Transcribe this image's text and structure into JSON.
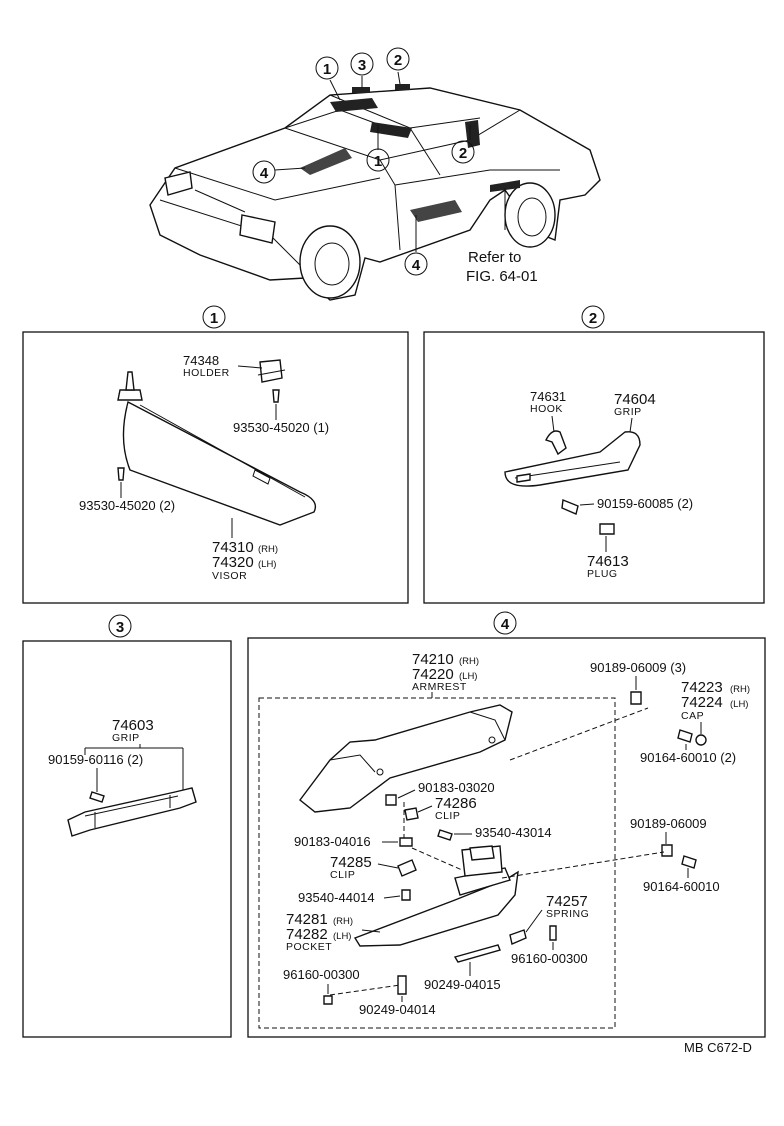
{
  "overview": {
    "callouts": [
      "1",
      "3",
      "2",
      "4",
      "1",
      "2",
      "4"
    ],
    "refer_line1": "Refer to",
    "refer_line2": "FIG. 64-01"
  },
  "section_numbers": [
    "1",
    "2",
    "3",
    "4"
  ],
  "s1": {
    "holder_no": "74348",
    "holder_name": "HOLDER",
    "screw_a": "93530-45020 (1)",
    "screw_b": "93530-45020 (2)",
    "visor_rh": "74310",
    "rh": "(RH)",
    "visor_lh": "74320",
    "lh": "(LH)",
    "visor_name": "VISOR"
  },
  "s2": {
    "hook_no": "74631",
    "hook_name": "HOOK",
    "grip_no": "74604",
    "grip_name": "GRIP",
    "screw": "90159-60085 (2)",
    "plug_no": "74613",
    "plug_name": "PLUG"
  },
  "s3": {
    "grip_no": "74603",
    "grip_name": "GRIP",
    "screw": "90159-60116 (2)"
  },
  "s4": {
    "armrest_rh": "74210",
    "rh": "(RH)",
    "armrest_lh": "74220",
    "lh": "(LH)",
    "armrest_name": "ARMREST",
    "bolt_a": "90189-06009 (3)",
    "cap_rh": "74223",
    "cap_lh": "74224",
    "cap_name": "CAP",
    "nut_a": "90164-60010 (2)",
    "p1": "90183-03020",
    "clip_no": "74286",
    "clip_name": "CLIP",
    "p2": "93540-43014",
    "p3": "90183-04016",
    "clip2_no": "74285",
    "clip2_name": "CLIP",
    "p4": "93540-44014",
    "pocket_rh": "74281",
    "pocket_lh": "74282",
    "pocket_name": "POCKET",
    "spring_no": "74257",
    "spring_name": "SPRING",
    "bolt_b": "90189-06009",
    "nut_b": "90164-60010",
    "p5": "96160-00300",
    "p6": "96160-00300",
    "p7": "90249-04015",
    "p8": "90249-04014"
  },
  "footer_code": "MB  C672-D"
}
